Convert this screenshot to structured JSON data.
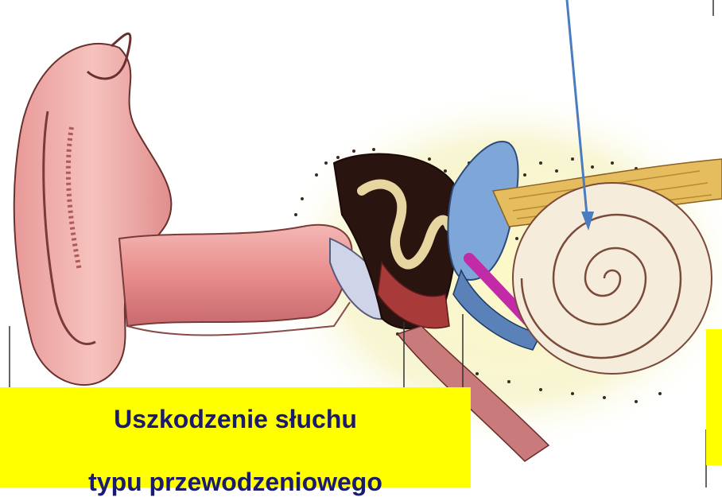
{
  "caption": {
    "line1": "Uszkodzenie słuchu",
    "line2": "typu przewodzeniowego"
  },
  "colors": {
    "caption_background": "#ffff00",
    "caption_text": "#1a1a6e",
    "arrow": "#4a7cc0"
  },
  "icons": [
    "ear-anatomy-illustration",
    "pointer-arrow-icon"
  ]
}
